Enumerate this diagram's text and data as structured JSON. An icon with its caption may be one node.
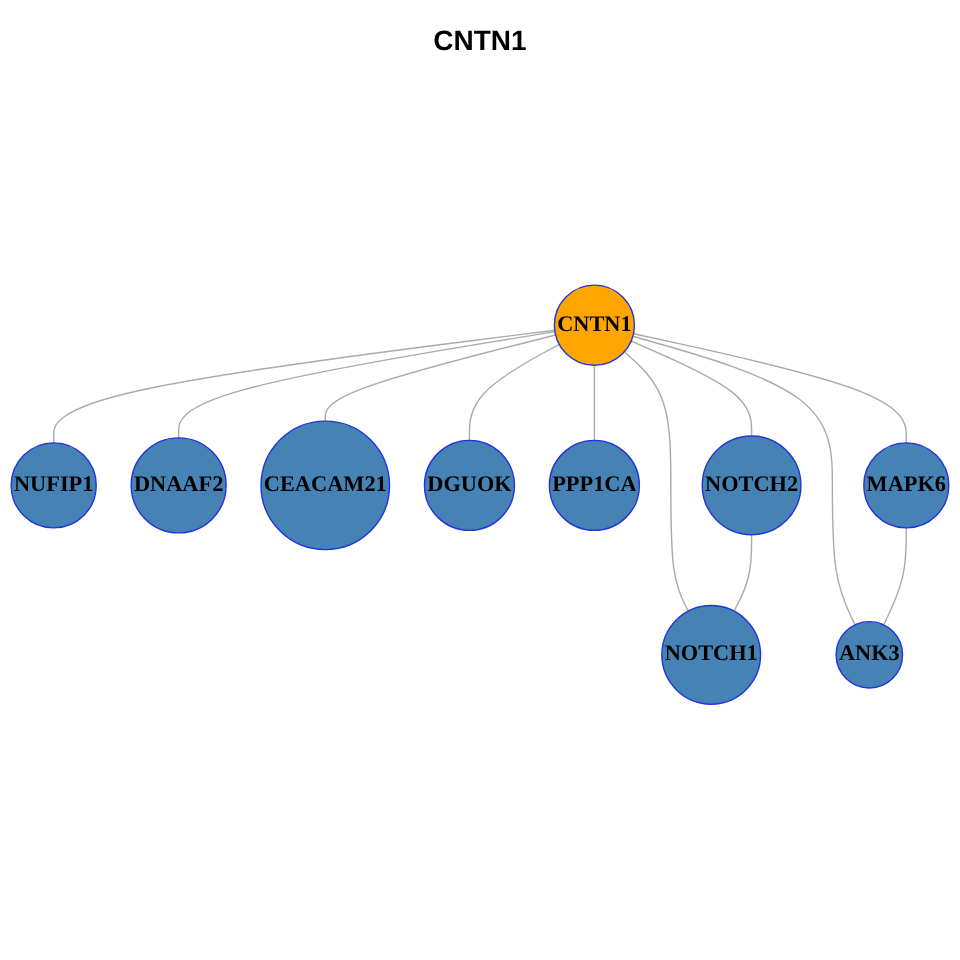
{
  "diagram": {
    "title": "CNTN1",
    "nodes": [
      {
        "text": [
          "NUFIP1"
        ]
      },
      {
        "text": [
          "DNAAF2"
        ]
      },
      {
        "text": [
          "CEACAM21"
        ]
      },
      {
        "text": [
          "DGUOK"
        ]
      },
      {
        "text": [
          "PPP1CA"
        ]
      },
      {
        "text": [
          "CNTN1"
        ]
      },
      {
        "text": [
          "NOTCH2"
        ]
      },
      {
        "text": [
          "MAPK6"
        ]
      },
      {
        "text": [
          "NOTCH1"
        ]
      },
      {
        "text": [
          "ANK3"
        ]
      }
    ],
    "edges": [
      {
        "from": 5,
        "to": 0,
        "arrow": "none"
      },
      {
        "from": 5,
        "to": 1,
        "arrow": "none"
      },
      {
        "from": 5,
        "to": 2,
        "arrow": "none"
      },
      {
        "from": 5,
        "to": 3,
        "arrow": "none"
      },
      {
        "from": 5,
        "to": 4,
        "arrow": "none"
      },
      {
        "from": 5,
        "to": 6,
        "arrow": "none"
      },
      {
        "from": 5,
        "to": 7,
        "arrow": "none"
      },
      {
        "from": 5,
        "to": 8,
        "arrow": "none"
      },
      {
        "from": 5,
        "to": 9,
        "arrow": "none"
      },
      {
        "from": 7,
        "to": 9,
        "arrow": "none"
      },
      {
        "from": 6,
        "to": 8,
        "arrow": "none"
      }
    ]
  }
}
